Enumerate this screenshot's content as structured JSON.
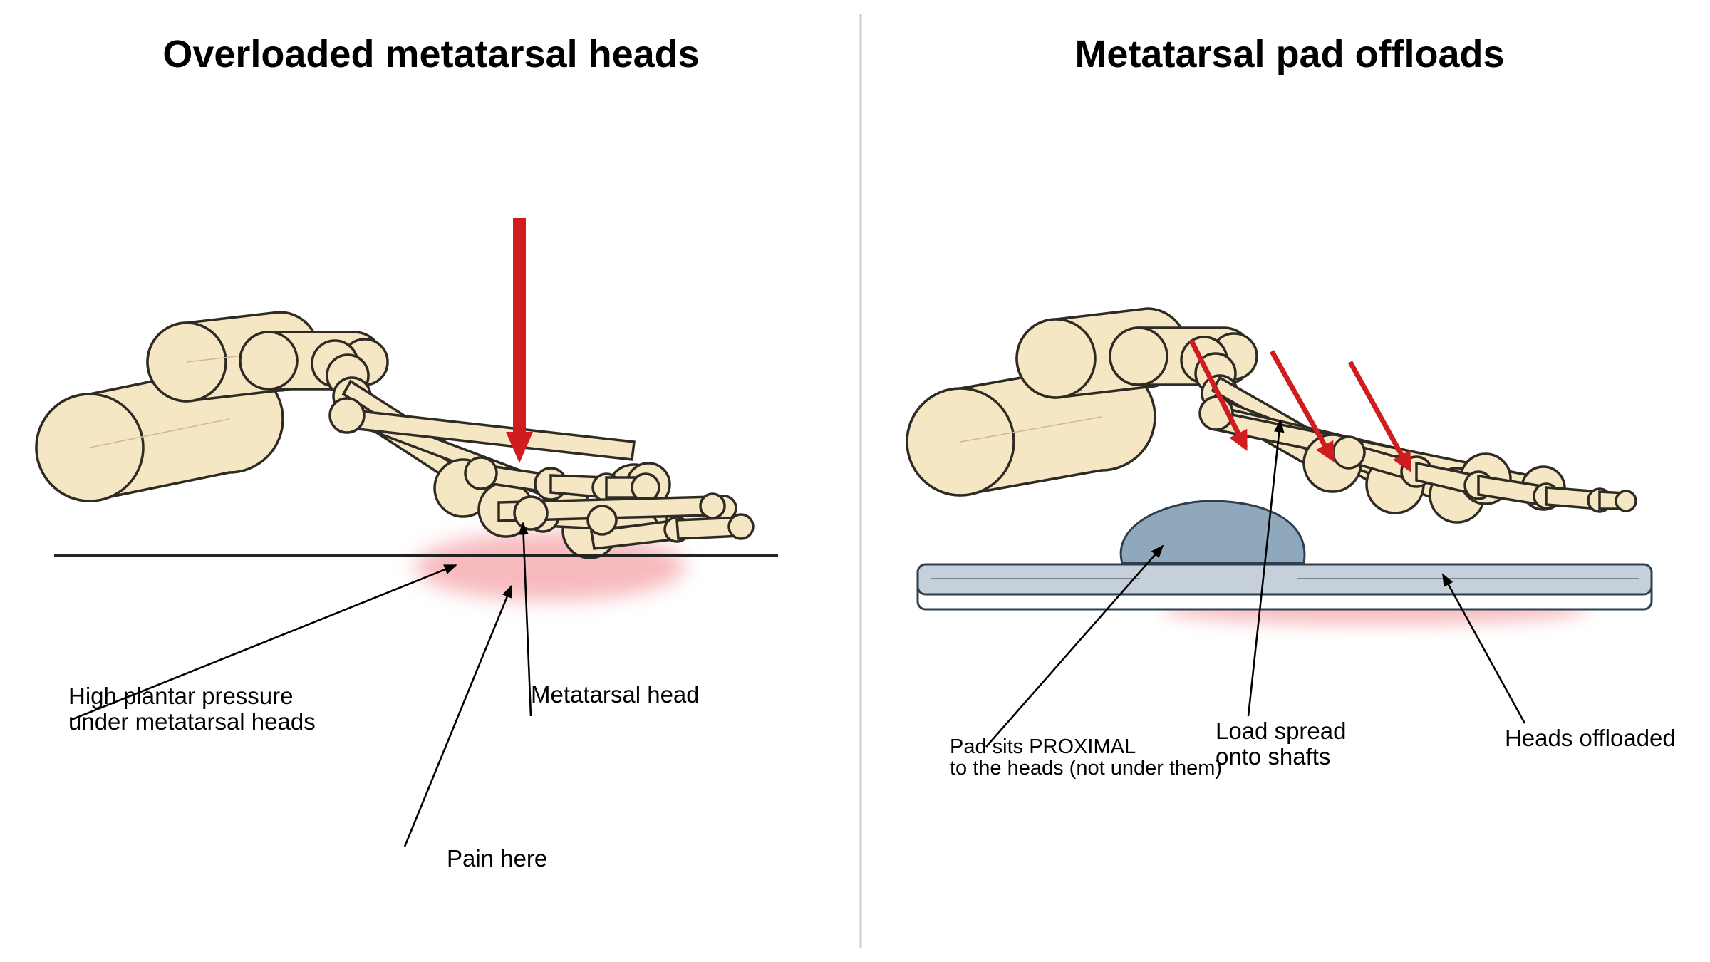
{
  "panels": {
    "left": {
      "title": "Overloaded metatarsal heads",
      "labels": {
        "pressure_line1": "High plantar pressure",
        "pressure_line2": "under metatarsal heads",
        "metatarsal_head": "Metatarsal head",
        "pain": "Pain here"
      }
    },
    "right": {
      "title": "Metatarsal pad offloads",
      "labels": {
        "pad_line1": "Pad sits PROXIMAL",
        "pad_line2": "to the heads (not under them)",
        "load_line1": "Load spread",
        "load_line2": "onto shafts",
        "offloaded": "Heads offloaded"
      }
    }
  },
  "colors": {
    "bone_fill": "#f5e6c4",
    "bone_outline": "#2e2a24",
    "load_arrow": "#d01c1f",
    "pressure_glow": "#f4a3a8",
    "pad": "#8fa8bb",
    "insole": "#c5d0da",
    "divider": "#cccccc"
  }
}
